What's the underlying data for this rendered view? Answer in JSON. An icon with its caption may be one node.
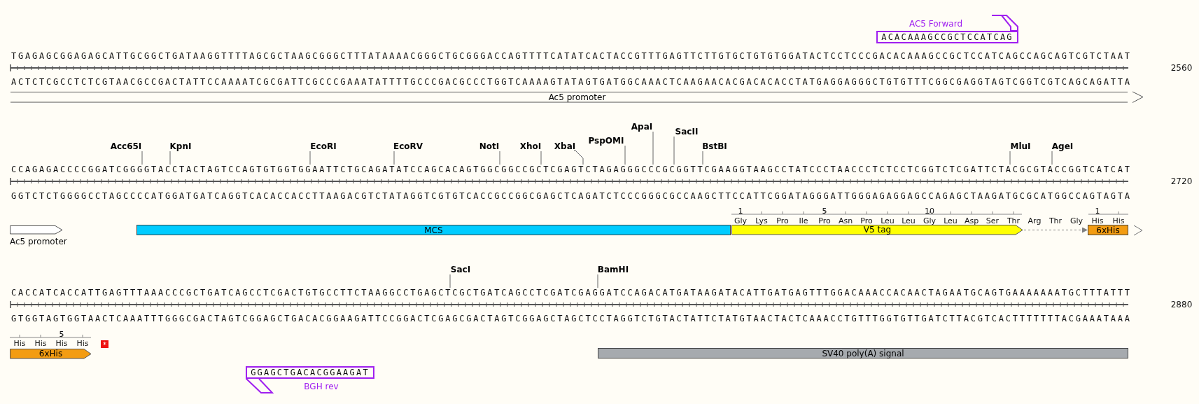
{
  "diagram": {
    "nodes": [
      {
        "text": [
          "ACACAAAGCCGCTCCATCAG"
        ],
        "beside": [
          "AC5 Forward"
        ]
      },
      {
        "text": [
          "TGAGAGCGGAGAGCATTGCGGCTGATAAGGTTTTAGCGCTAAGCGGGCTTTATAAAACGGGCTGCGGGACCAGTTTTCATATCACTACCGTTTGAGTTCTTGTGCTGTGTGGATACTCCTCCCGACACAAAGCCGCTCCATCAGCCAGCAGTCGTCTAAT"
        ]
      },
      {
        "text": [
          "ACTCTCGCCTCTCGTAACGCCGACTATTCCAAAATCGCGATTCGCCCGAAATATTTTGCCCGACGCCCTGGTCAAAAGTATAGTGATGGCAAACTCAAGAACACGACACACCTATGAGGAGGGCTGTGTTTCGGCGAGGTAGTCGGTCGTCAGCAGATTA"
        ]
      },
      {
        "text": [
          "Ac5 promoter"
        ]
      },
      {
        "text": [
          "Acc65I"
        ]
      },
      {
        "text": [
          "KpnI"
        ]
      },
      {
        "text": [
          "EcoRI"
        ]
      },
      {
        "text": [
          "EcoRV"
        ]
      },
      {
        "text": [
          "NotI"
        ]
      },
      {
        "text": [
          "XhoI"
        ]
      },
      {
        "text": [
          "XbaI"
        ]
      },
      {
        "text": [
          "PspOMI"
        ]
      },
      {
        "text": [
          "ApaI"
        ]
      },
      {
        "text": [
          "SacII"
        ]
      },
      {
        "text": [
          "BstBI"
        ]
      },
      {
        "text": [
          "MluI"
        ]
      },
      {
        "text": [
          "AgeI"
        ]
      },
      {
        "text": [
          "CCAGAGACCCCGGATCGGGGTACCTACTAGTCCAGTGTGGTGGAATTCTGCAGATATCCAGCACAGTGGCGGCCGCTCGAGTCTAGAGGGCCCGCGGTTCGAAGGTAAGCCTATCCCTAACCCTCTCCTCGGTCTCGATTCTACGCGTACCGGTCATCAT"
        ]
      },
      {
        "text": [
          "GGTCTCTGGGGCCTAGCCCCATGGATGATCAGGTCACACCACCTTAAGACGTCTATAGGTCGTGTCACCGCCGGCGAGCTCAGATCTCCCGGGCGCCAAGCTTCCATTCGGATAGGGATTGGGAGAGGAGCCAGAGCTAAGATGCGCATGGCCAGTAGTA"
        ]
      },
      {
        "text": [],
        "shape": "arrow",
        "beside": [
          "Ac5 promoter"
        ]
      },
      {
        "text": [
          "MCS"
        ]
      },
      {
        "text": [
          "V5 tag"
        ]
      },
      {
        "text": [
          "6xHis"
        ]
      },
      {
        "text": [
          "SacI"
        ]
      },
      {
        "text": [
          "BamHI"
        ]
      },
      {
        "text": [
          "CACCATCACCATTGAGTTTAAACCCGCTGATCAGCCTCGACTGTGCCTTCTAAGGCCTGAGCTCGCTGATCAGCCTCGATCGAGGATCCAGACATGATAAGATACATTGATGAGTTTGGACAAACCACAACTAGAATGCAGTGAAAAAAATGCTTTATTT"
        ]
      },
      {
        "text": [
          "GTGGTAGTGGTAACTCAAATTTGGGCGACTAGTCGGAGCTGACACGGAAGATTCCGGACTCGAGCGACTAGTCGGAGCTAGCTCCTAGGTCTGTACTATTCTATGTAACTACTCAAACCTGTTTGGTGTTGATCTTACGTCACTTTTTTTACGAAATAAA"
        ]
      },
      {
        "text": [
          "6xHis"
        ]
      },
      {
        "text": [
          "*"
        ]
      },
      {
        "text": [
          "SV40 poly(A) signal"
        ]
      },
      {
        "text": [
          "GGAGCTGACACGGAAGAT"
        ],
        "beside": [
          "BGH rev"
        ]
      }
    ],
    "edges": [
      {
        "from": 4,
        "to": 17,
        "arrow": "none"
      },
      {
        "from": 5,
        "to": 17,
        "arrow": "none"
      },
      {
        "from": 6,
        "to": 17,
        "arrow": "none"
      },
      {
        "from": 7,
        "to": 17,
        "arrow": "none"
      },
      {
        "from": 8,
        "to": 17,
        "arrow": "none"
      },
      {
        "from": 9,
        "to": 17,
        "arrow": "none"
      },
      {
        "from": 10,
        "to": 17,
        "arrow": "none"
      },
      {
        "from": 11,
        "to": 17,
        "arrow": "none"
      },
      {
        "from": 12,
        "to": 17,
        "arrow": "none"
      },
      {
        "from": 13,
        "to": 17,
        "arrow": "none"
      },
      {
        "from": 14,
        "to": 17,
        "arrow": "none"
      },
      {
        "from": 15,
        "to": 17,
        "arrow": "none"
      },
      {
        "from": 16,
        "to": 17,
        "arrow": "none"
      },
      {
        "from": 21,
        "to": 22,
        "arrow": "to",
        "style": "dashed",
        "color": "#808080"
      },
      {
        "from": 23,
        "to": 25,
        "arrow": "none"
      },
      {
        "from": 24,
        "to": 25,
        "arrow": "none"
      }
    ],
    "labels": [
      "2560",
      "2720",
      "1",
      "5",
      "10",
      "1",
      "Gly",
      "Lys",
      "Pro",
      "Ile",
      "Pro",
      "Asn",
      "Pro",
      "Leu",
      "Leu",
      "Gly",
      "Leu",
      "Asp",
      "Ser",
      "Thr",
      "Arg",
      "Thr",
      "Gly",
      "His",
      "His",
      "2880",
      "5",
      "His",
      "His",
      "His",
      "His"
    ]
  }
}
